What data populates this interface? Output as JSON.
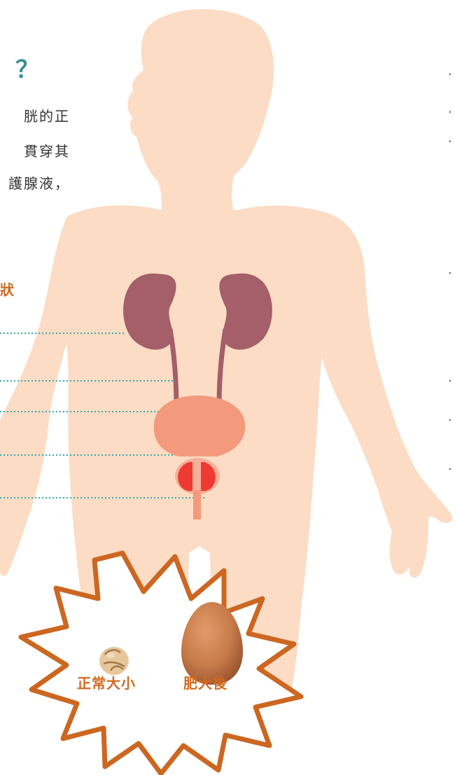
{
  "heading": {
    "question_mark": "？"
  },
  "paragraph_lines": [
    "胱的正",
    "貫穿其",
    "護腺液，"
  ],
  "orange_fragment": "狀",
  "right_fragments": [
    "·",
    "·",
    "·",
    "·",
    "·",
    "·",
    "·"
  ],
  "comparison": {
    "normal_label": "正常大小",
    "enlarged_label": "肥大後"
  },
  "colors": {
    "body": "#fcdcc4",
    "kidney": "#a45f68",
    "bladder": "#f39a7d",
    "prostate": "#ee3a32",
    "leader_line": "#3aa7a7",
    "star_outline": "#cc6722",
    "heading_teal": "#3a8d94",
    "label_orange": "#d2691e"
  },
  "icons": [
    "walnut-icon",
    "egg-icon"
  ]
}
